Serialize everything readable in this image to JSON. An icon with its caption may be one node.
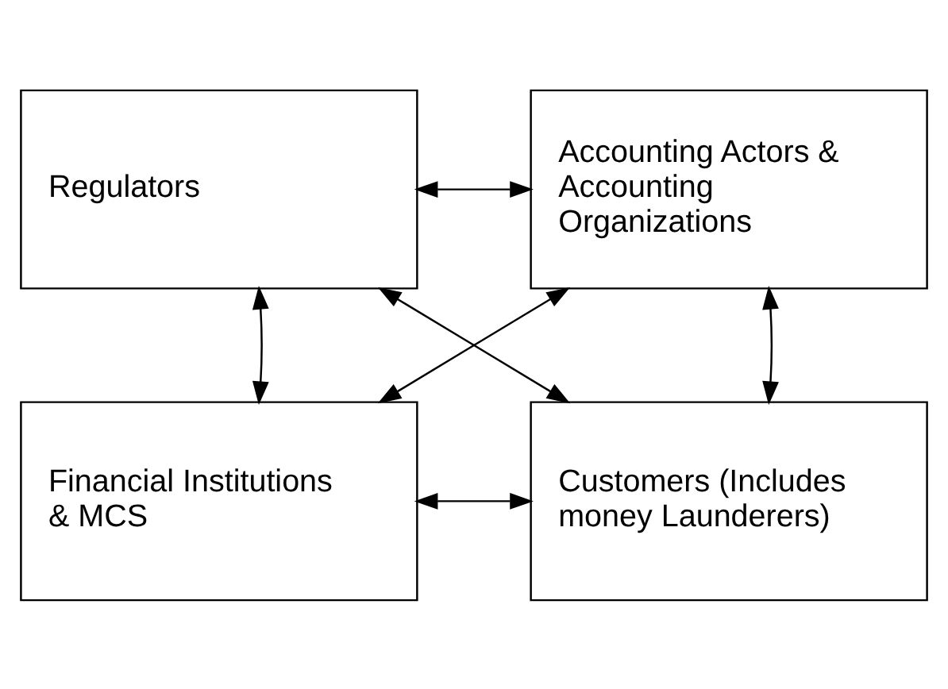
{
  "diagram": {
    "nodes": [
      {
        "text": [
          "Accounting Actors & Accounting Organizations"
        ]
      },
      {
        "text": [
          "Regulators"
        ]
      },
      {
        "text": [
          "Financial Institutions & MCS"
        ]
      },
      {
        "text": [
          "Customers (Includes money Launderers)"
        ]
      }
    ],
    "edges": [
      {
        "from": 0,
        "to": 1,
        "arrow": "both"
      },
      {
        "from": 0,
        "to": 3,
        "arrow": "both"
      },
      {
        "from": 1,
        "to": 2,
        "arrow": "both"
      },
      {
        "from": 0,
        "to": 2,
        "arrow": "both"
      },
      {
        "from": 1,
        "to": 3,
        "arrow": "both"
      },
      {
        "from": 3,
        "to": 2,
        "arrow": "both"
      }
    ]
  }
}
